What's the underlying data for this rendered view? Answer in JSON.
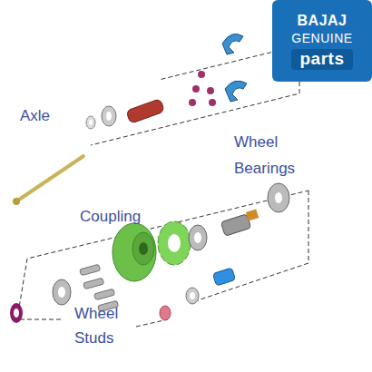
{
  "diagram": {
    "nodes": [
      {
        "text": [
          "BAJAJ",
          "GENUINE",
          "parts"
        ]
      }
    ],
    "labels": [
      "Axle",
      "Wheel Bearings",
      "Coupling",
      "Wheel Studs"
    ]
  }
}
